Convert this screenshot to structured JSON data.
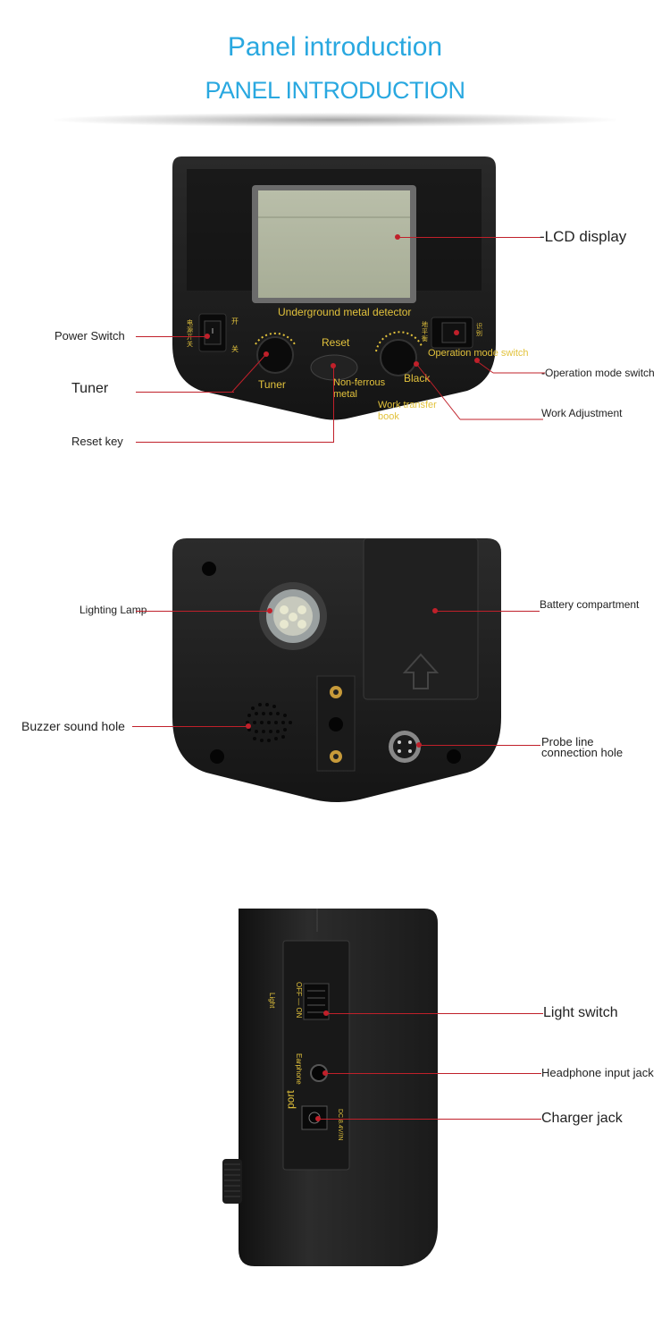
{
  "header": {
    "title": "Panel introduction",
    "subtitle": "PANEL INTRODUCTION"
  },
  "front_panel": {
    "device_texts": {
      "detector_name": "Underground metal detector",
      "reset": "Reset",
      "tuner": "Tuner",
      "non_ferrous": "Non-ferrous metal",
      "black": "Black",
      "operation_mode": "Operation mode switch",
      "work_transfer": "Work transfer book",
      "power_on_cn": "开",
      "power_off_cn": "关",
      "power_label_cn": "电源开关",
      "mode_left_cn": "地平衡",
      "mode_right_cn": "识别"
    },
    "callouts": {
      "lcd": "-LCD display",
      "power_switch": "Power Switch",
      "tuner": "Tuner",
      "reset_key": "Reset key",
      "operation_mode": "-Operation mode switch",
      "work_adjustment": "Work Adjustment"
    }
  },
  "back_panel": {
    "callouts": {
      "lighting_lamp": "Lighting Lamp",
      "battery": "Battery compartment",
      "buzzer": "Buzzer sound hole",
      "probe_line_1": "Probe line",
      "probe_line_2": "connection hole"
    }
  },
  "side_panel": {
    "device_texts": {
      "light": "Light",
      "off_on": "OFF — ON",
      "earphone": "Earphone",
      "dc": "DC 8.4V/IN",
      "port": "port"
    },
    "callouts": {
      "light_switch": "Light switch",
      "headphone": "Headphone input jack",
      "charger": "Charger jack"
    }
  },
  "colors": {
    "title": "#29a8e0",
    "callout_line": "#c0202a",
    "device_text": "#e2c23c",
    "device_body": "#1c1c1c"
  }
}
